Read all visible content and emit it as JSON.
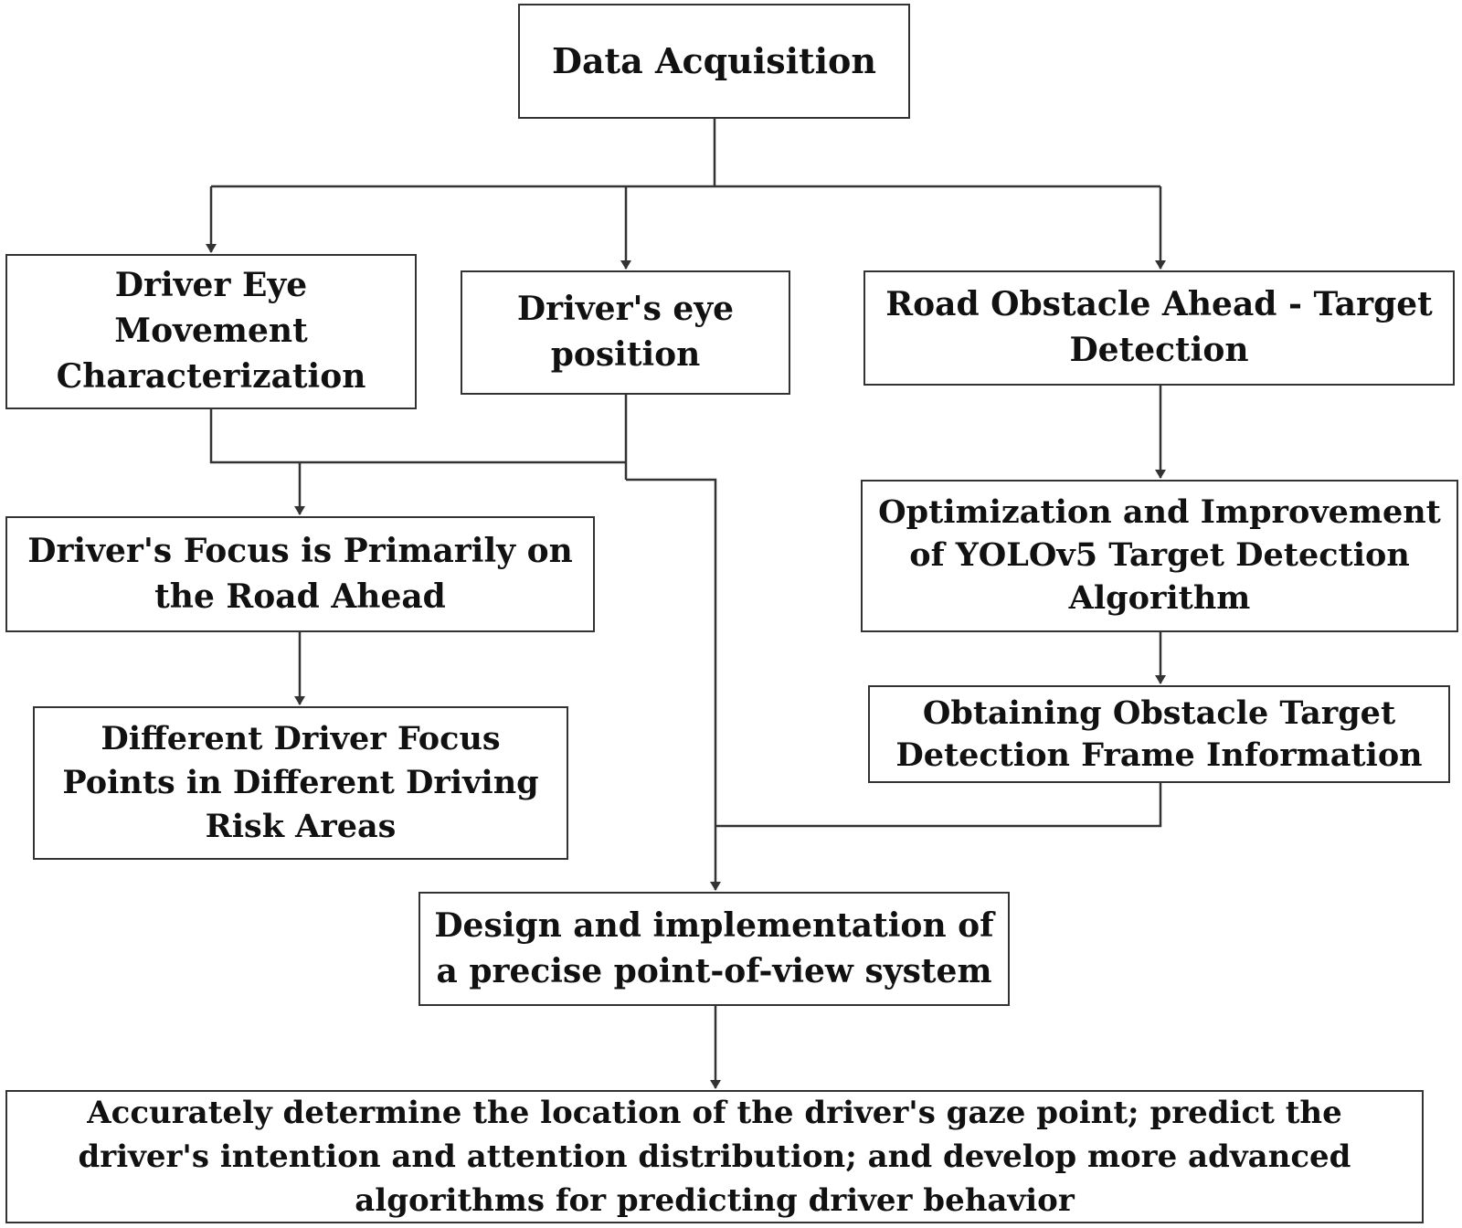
{
  "diagram": {
    "colors": {
      "stroke": "#333333",
      "text": "#111111",
      "background": "#ffffff"
    },
    "nodes": {
      "data_acquisition": "Data Acquisition",
      "eye_movement": "Driver Eye Movement Characterization",
      "eye_position": "Driver's eye position",
      "road_obstacle": "Road Obstacle Ahead - Target Detection",
      "focus_road": "Driver's Focus is Primarily on the Road Ahead",
      "yolo": "Optimization and Improvement of YOLOv5 Target Detection Algorithm",
      "focus_points": "Different Driver Focus Points in Different Driving Risk Areas",
      "obstacle_frame": "Obtaining Obstacle Target Detection Frame Information",
      "design_system": "Design and implementation of a precise point-of-view system",
      "outcome": "Accurately determine the location of the driver's gaze point; predict the driver's intention and attention distribution; and develop more advanced algorithms for predicting driver behavior"
    },
    "edges": [
      {
        "from": "data_acquisition",
        "to": "eye_movement"
      },
      {
        "from": "data_acquisition",
        "to": "eye_position"
      },
      {
        "from": "data_acquisition",
        "to": "road_obstacle"
      },
      {
        "from": "eye_movement",
        "to": "focus_road"
      },
      {
        "from": "eye_position",
        "to": "focus_road"
      },
      {
        "from": "eye_position",
        "to": "design_system"
      },
      {
        "from": "focus_road",
        "to": "focus_points"
      },
      {
        "from": "road_obstacle",
        "to": "yolo"
      },
      {
        "from": "yolo",
        "to": "obstacle_frame"
      },
      {
        "from": "obstacle_frame",
        "to": "design_system"
      },
      {
        "from": "design_system",
        "to": "outcome"
      }
    ]
  }
}
